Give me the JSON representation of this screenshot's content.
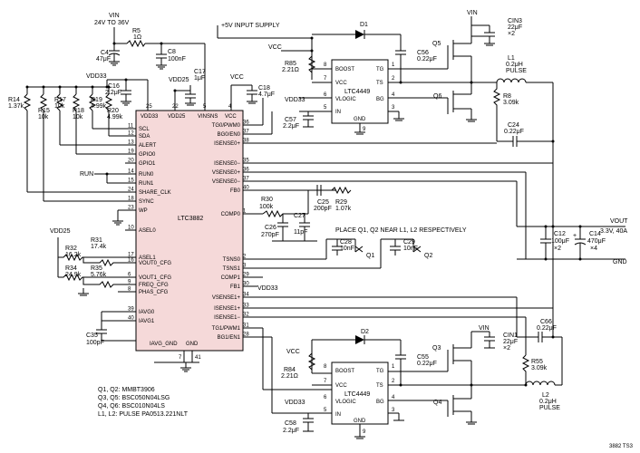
{
  "ic_main": {
    "name": "LTC3882",
    "pins_left": [
      {
        "n": "25",
        "label": "VDD33"
      },
      {
        "n": "22",
        "label": "VDD25"
      },
      {
        "n": "11",
        "label": "SCL"
      },
      {
        "n": "12",
        "label": "SDA"
      },
      {
        "n": "13",
        "label": "ALERT"
      },
      {
        "n": "19",
        "label": "GPIO0"
      },
      {
        "n": "20",
        "label": "GPIO1"
      },
      {
        "n": "14",
        "label": "RUN0"
      },
      {
        "n": "15",
        "label": "RUN1"
      },
      {
        "n": "24",
        "label": "SHARE_CLK"
      },
      {
        "n": "18",
        "label": "SYNC"
      },
      {
        "n": "23",
        "label": "WP"
      },
      {
        "n": "10",
        "label": "ASEL0"
      },
      {
        "n": "17",
        "label": "ASEL1"
      },
      {
        "n": "16",
        "label": "VOUT0_CFG"
      },
      {
        "n": "6",
        "label": "VOUT1_CFG"
      },
      {
        "n": "9",
        "label": "FREQ_CFG"
      },
      {
        "n": "8",
        "label": "PHAS_CFG"
      },
      {
        "n": "39",
        "label": "IAVG0"
      },
      {
        "n": "40",
        "label": "IAVG1"
      }
    ],
    "pins_right": [
      {
        "n": "26",
        "label": "VCC"
      },
      {
        "n": "36",
        "label": "TG0/PWM0"
      },
      {
        "n": "37",
        "label": "BG0/EN0"
      },
      {
        "n": "38",
        "label": "ISENSE0+"
      },
      {
        "n": "35",
        "label": "ISENSE0−"
      },
      {
        "n": "36",
        "label": "VSENSE0+"
      },
      {
        "n": "37",
        "label": "VSENSE0−"
      },
      {
        "n": "40",
        "label": "FB0"
      },
      {
        "n": "1",
        "label": "COMP0"
      },
      {
        "n": "2",
        "label": "TSNS0"
      },
      {
        "n": "3",
        "label": "TSNS1"
      },
      {
        "n": "29",
        "label": "COMP1"
      },
      {
        "n": "30",
        "label": "FB1"
      },
      {
        "n": "34",
        "label": "VSENSE1+"
      },
      {
        "n": "33",
        "label": "ISENSE1+"
      },
      {
        "n": "32",
        "label": "ISENSE1−"
      },
      {
        "n": "31",
        "label": "TG1/PWM1"
      },
      {
        "n": "28",
        "label": "BG1/EN1"
      }
    ],
    "top_labels": {
      "vdd33": "VDD33",
      "vdd25": "VDD25",
      "vinsns": "VINSNS",
      "vcc": "VCC"
    },
    "bottom_labels": {
      "iavg_gnd": "IAVG_GND",
      "gnd": "GND"
    },
    "top_pin_nums": [
      "25",
      "22",
      "5",
      "4"
    ],
    "bottom_pin_nums": [
      "7",
      "41"
    ]
  },
  "driver_top": {
    "name": "LTC4449",
    "pins": {
      "boost": "BOOST",
      "tg": "TG",
      "ts": "TS",
      "vcc": "VCC",
      "bg": "BG",
      "vlogic": "VLOGIC",
      "in": "IN",
      "gnd": "GND"
    },
    "pin_nums": {
      "boost": "8",
      "tg": "1",
      "ts": "2",
      "vcc": "7",
      "bg": "4",
      "vlogic": "6",
      "in": "5",
      "gnd": "3",
      "gnd2": "9"
    }
  },
  "driver_bot": {
    "name": "LTC4449",
    "pins": {
      "boost": "BOOST",
      "tg": "TG",
      "ts": "TS",
      "vcc": "VCC",
      "bg": "BG",
      "vlogic": "VLOGIC",
      "in": "IN",
      "gnd": "GND"
    },
    "pin_nums": {
      "boost": "8",
      "tg": "1",
      "ts": "2",
      "vcc": "7",
      "bg": "4",
      "vlogic": "6",
      "in": "5",
      "gnd": "3",
      "gnd2": "9"
    }
  },
  "labels": {
    "vin_range": "24V TO 36V",
    "vin": "VIN",
    "r5": "R5",
    "r5v": "1Ω",
    "c4": "C4",
    "c4v": "47μF",
    "c8": "C8",
    "c8v": "100nF",
    "vdd33_a": "VDD33",
    "c16": "C16",
    "c16v": "2.2μF",
    "vdd25_a": "VDD25",
    "c17": "C17",
    "c17v": "1μF",
    "vcc_a": "VCC",
    "c18": "C18",
    "c18v": "4.7μF",
    "supply5v": "+5V INPUT SUPPLY",
    "d1": "D1",
    "vcc_b": "VCC",
    "r85": "R85",
    "r85v": "2.21Ω",
    "c56": "C56",
    "c56v": "0.22μF",
    "vdd33_b": "VDD33",
    "c57": "C57",
    "c57v": "2.2μF",
    "vin_b": "VIN",
    "cin3": "CIN3",
    "cin3v": "22μF",
    "cin3x": "×2",
    "q5": "Q5",
    "q6": "Q6",
    "l1": "L1",
    "l1v": "0.2μH",
    "l1p": "PULSE",
    "r8": "R8",
    "r8v": "3.09k",
    "c24": "C24",
    "c24v": "0.22μF",
    "r14": "R14",
    "r14v": "1.37k",
    "r15": "R15",
    "r15v": "10k",
    "r17": "R17",
    "r17v": "10k",
    "r18": "R18",
    "r18v": "10k",
    "r19": "R19",
    "r19v": "4.99k",
    "r20": "R20",
    "r20v": "4.99k",
    "run": "RUN",
    "r30": "R30",
    "r30v": "100k",
    "c25": "C25",
    "c25v": "200pF",
    "r29": "R29",
    "r29v": "1.07k",
    "c26": "C26",
    "c26v": "270pF",
    "c27": "C27",
    "c27v": "11pF",
    "place_note": "PLACE Q1, Q2 NEAR L1, L2 RESPECTIVELY",
    "c28": "C28",
    "c28v": "10nF",
    "q1": "Q1",
    "c29": "C29",
    "c29v": "10nF",
    "q2": "Q2",
    "vout": "VOUT",
    "voutv": "3.3V, 40A",
    "c12": "C12",
    "c12v": "100μF",
    "c12x": "×2",
    "c14": "C14",
    "c14v": "470μF",
    "c14x": "×4",
    "gnd": "GND",
    "vdd25_b": "VDD25",
    "r32": "R32",
    "r32v": "16.2k",
    "r31": "R31",
    "r31v": "17.4k",
    "r34": "R34",
    "r34v": "24.9k",
    "r35": "R35",
    "r35v": "5.76k",
    "c35": "C35",
    "c35v": "100pF",
    "vdd33_c": "VDD33",
    "d2": "D2",
    "r84": "R84",
    "r84v": "2.21Ω",
    "c55": "C55",
    "c55v": "0.22μF",
    "vdd33_d": "VDD33",
    "vcc_c": "VCC",
    "c58": "C58",
    "c58v": "2.2μF",
    "vin_c": "VIN",
    "cin1": "CIN1",
    "cin1v": "22μF",
    "cin1x": "×2",
    "q3": "Q3",
    "q4": "Q4",
    "c66": "C66",
    "c66v": "0.22μF",
    "r55": "R55",
    "r55v": "3.09k",
    "l2": "L2",
    "l2v": "0.2μH",
    "l2p": "PULSE",
    "bom1": "Q1, Q2: MMBT3906",
    "bom2": "Q3, Q5: BSC050N04LSG",
    "bom3": "Q4, Q6: BSC010N04LS",
    "bom4": "L1, L2: PULSE PA0513.221NLT",
    "figid": "3882 TS3"
  }
}
